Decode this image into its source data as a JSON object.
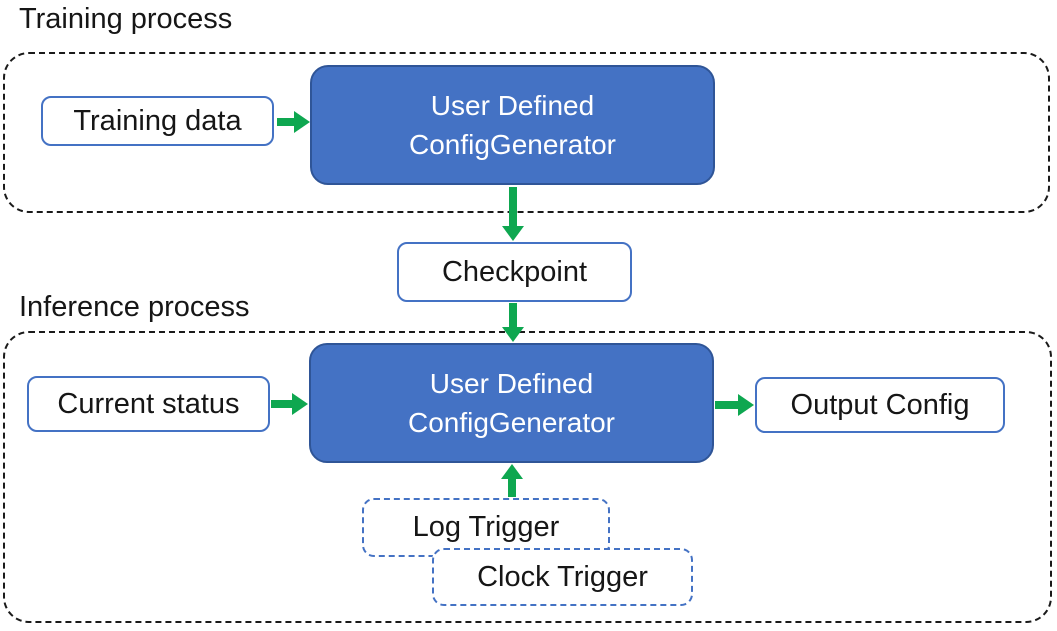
{
  "colors": {
    "generator_fill": "#4472C4",
    "generator_border": "#2F5597",
    "small_box_border": "#4472C4",
    "trigger_dashed_border": "#4472C4",
    "arrow_green": "#0EA750",
    "container_dash": "#1A1A1A",
    "text_dark": "#161616",
    "text_light": "#FFFFFF"
  },
  "training": {
    "section_label": "Training process",
    "input_box": "Training data",
    "generator_line1": "User Defined",
    "generator_line2": "ConfigGenerator"
  },
  "checkpoint": {
    "label": "Checkpoint"
  },
  "inference": {
    "section_label": "Inference process",
    "input_box": "Current status",
    "generator_line1": "User Defined",
    "generator_line2": "ConfigGenerator",
    "output_box": "Output Config",
    "log_trigger": "Log Trigger",
    "clock_trigger": "Clock Trigger"
  }
}
